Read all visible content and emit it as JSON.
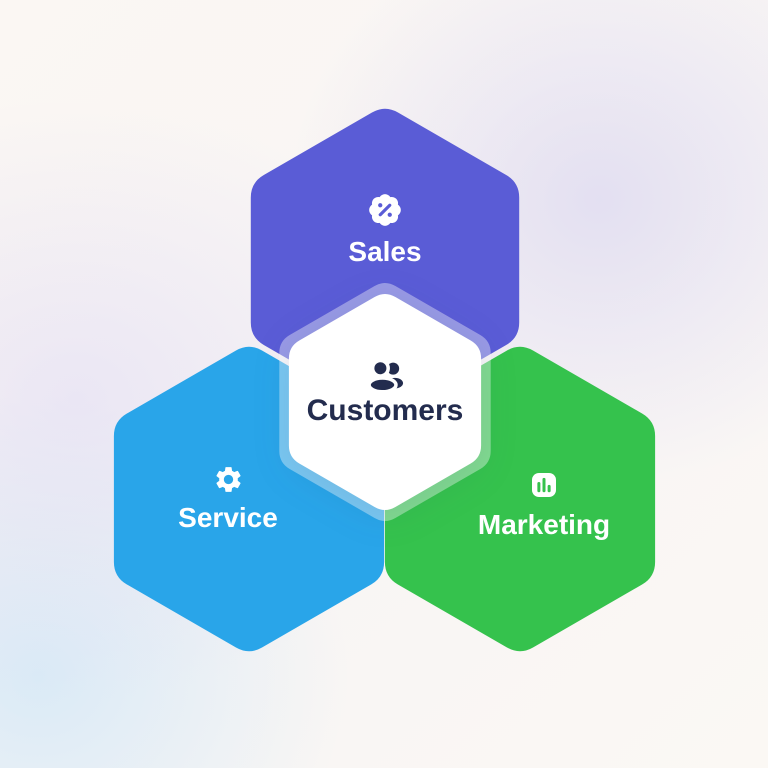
{
  "diagram": {
    "name": "customer-hub-hexagon-diagram",
    "center": {
      "id": "customers",
      "label": "Customers",
      "icon": "users-icon",
      "color": "#ffffff",
      "halo_color": "rgba(255,255,255,0.38)",
      "text_color": "#232c4e",
      "icon_color": "#232c4e"
    },
    "nodes": [
      {
        "id": "sales",
        "label": "Sales",
        "icon": "badge-percent-icon",
        "color": "#5a5cd6",
        "text_color": "#ffffff"
      },
      {
        "id": "service",
        "label": "Service",
        "icon": "gear-icon",
        "color": "#29a5e9",
        "text_color": "#ffffff"
      },
      {
        "id": "marketing",
        "label": "Marketing",
        "icon": "bar-chart-icon",
        "color": "#35c24d",
        "text_color": "#ffffff"
      }
    ],
    "background": {
      "base": "#f9f6f3",
      "lavender_tint": "#d2cef0",
      "blue_tint": "#c6e3f8"
    }
  }
}
